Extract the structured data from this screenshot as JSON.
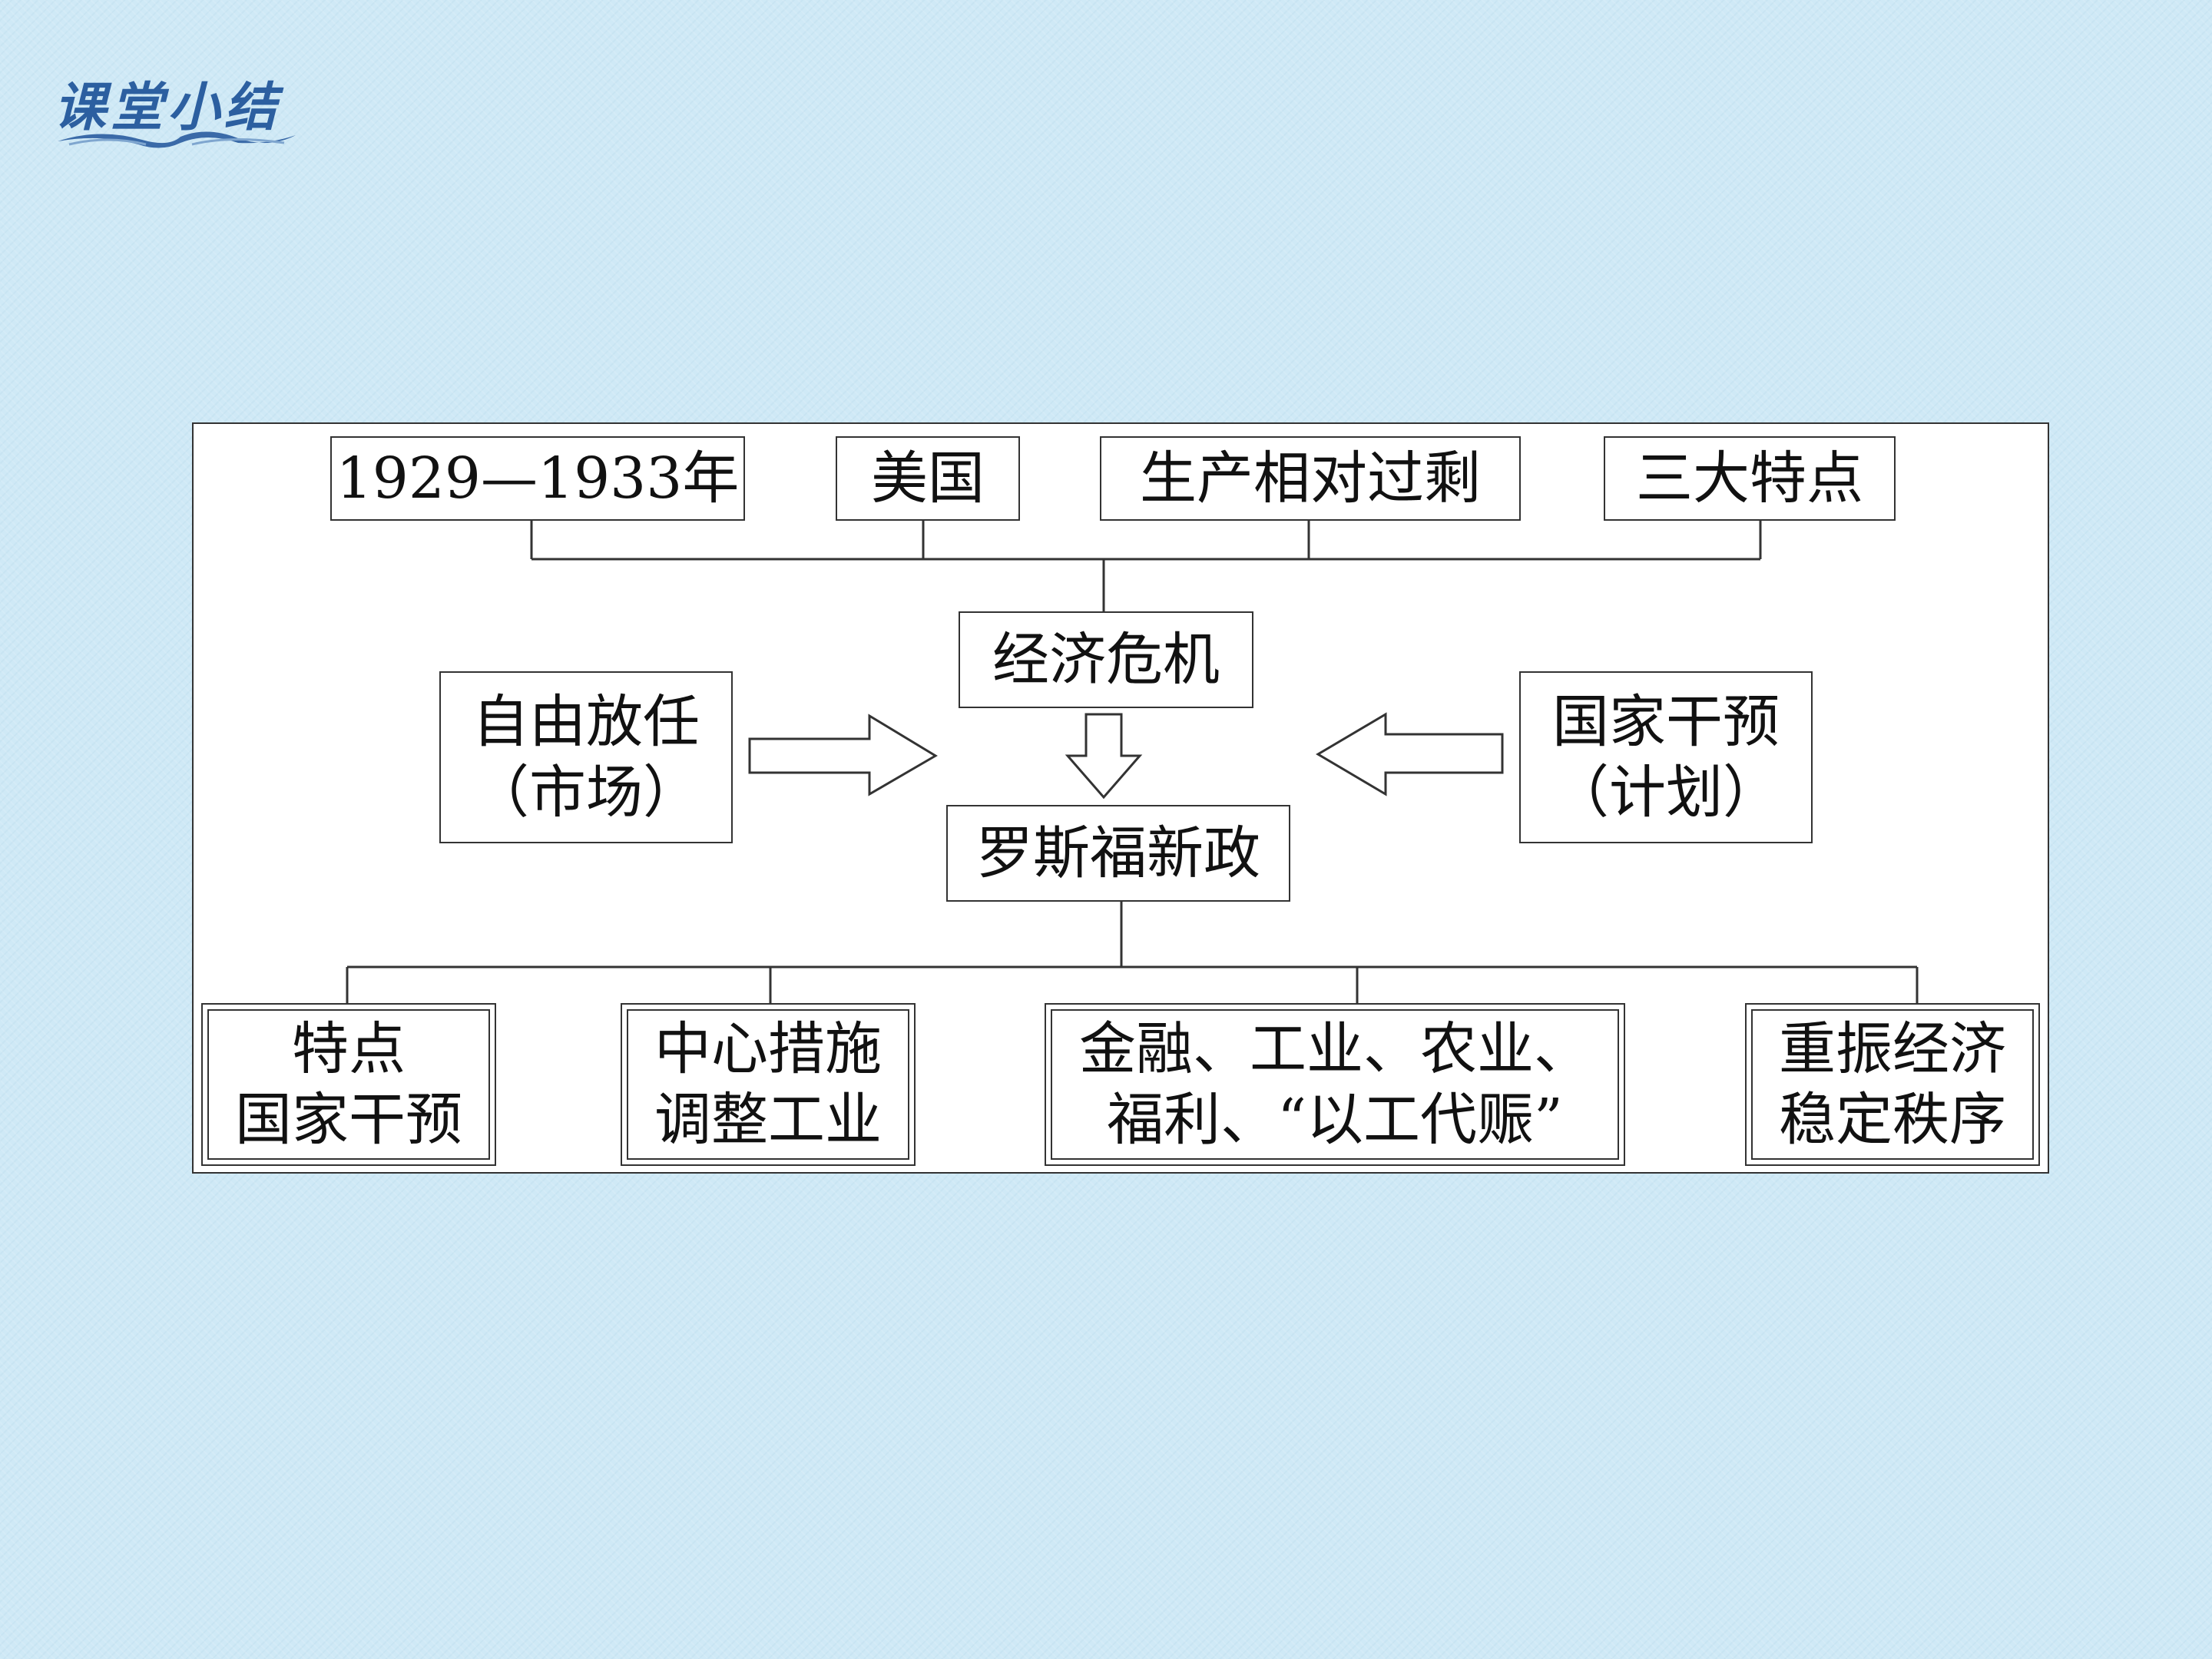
{
  "header": {
    "title": "课堂小结"
  },
  "diagram": {
    "top_row": [
      "1929—1933年",
      "美国",
      "生产相对过剩",
      "三大特点"
    ],
    "center_top": "经济危机",
    "center_bottom": "罗斯福新政",
    "left": {
      "line1": "自由放任",
      "line2": "（市场）"
    },
    "right": {
      "line1": "国家干预",
      "line2": "（计划）"
    },
    "bottom_row": [
      {
        "line1": "特点",
        "line2": "国家干预"
      },
      {
        "line1": "中心措施",
        "line2": "调整工业"
      },
      {
        "line1": "金融、工业、农业、",
        "line2": "福利、“以工代赈”"
      },
      {
        "line1": "重振经济",
        "line2": "稳定秩序"
      }
    ]
  }
}
